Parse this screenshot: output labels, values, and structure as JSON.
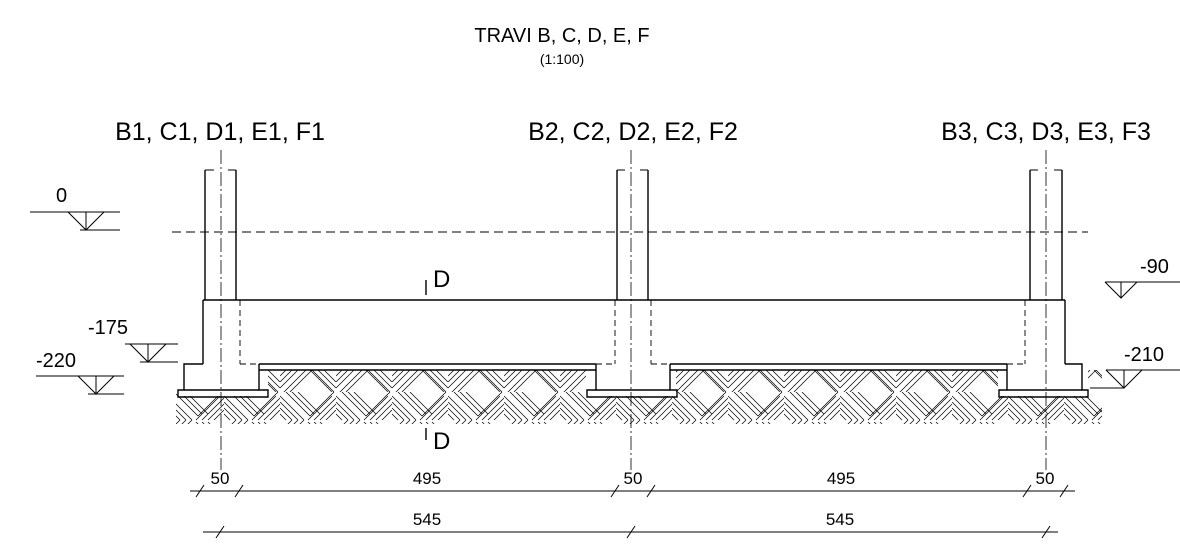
{
  "title": "TRAVI B, C, D, E, F",
  "scale": "(1:100)",
  "columns": {
    "left": "B1, C1, D1, E1, F1",
    "middle": "B2, C2, D2, E2, F2",
    "right": "B3, C3, D3, E3, F3"
  },
  "elevations": {
    "ground": "0",
    "beam_top": "-90",
    "beam_bottom": "-175",
    "footing_right": "-210",
    "footing_left": "-220"
  },
  "section_mark": {
    "top": "D",
    "bottom": "D"
  },
  "dimensions": {
    "row1": [
      "50",
      "495",
      "50",
      "495",
      "50"
    ],
    "row2": [
      "545",
      "545"
    ]
  }
}
